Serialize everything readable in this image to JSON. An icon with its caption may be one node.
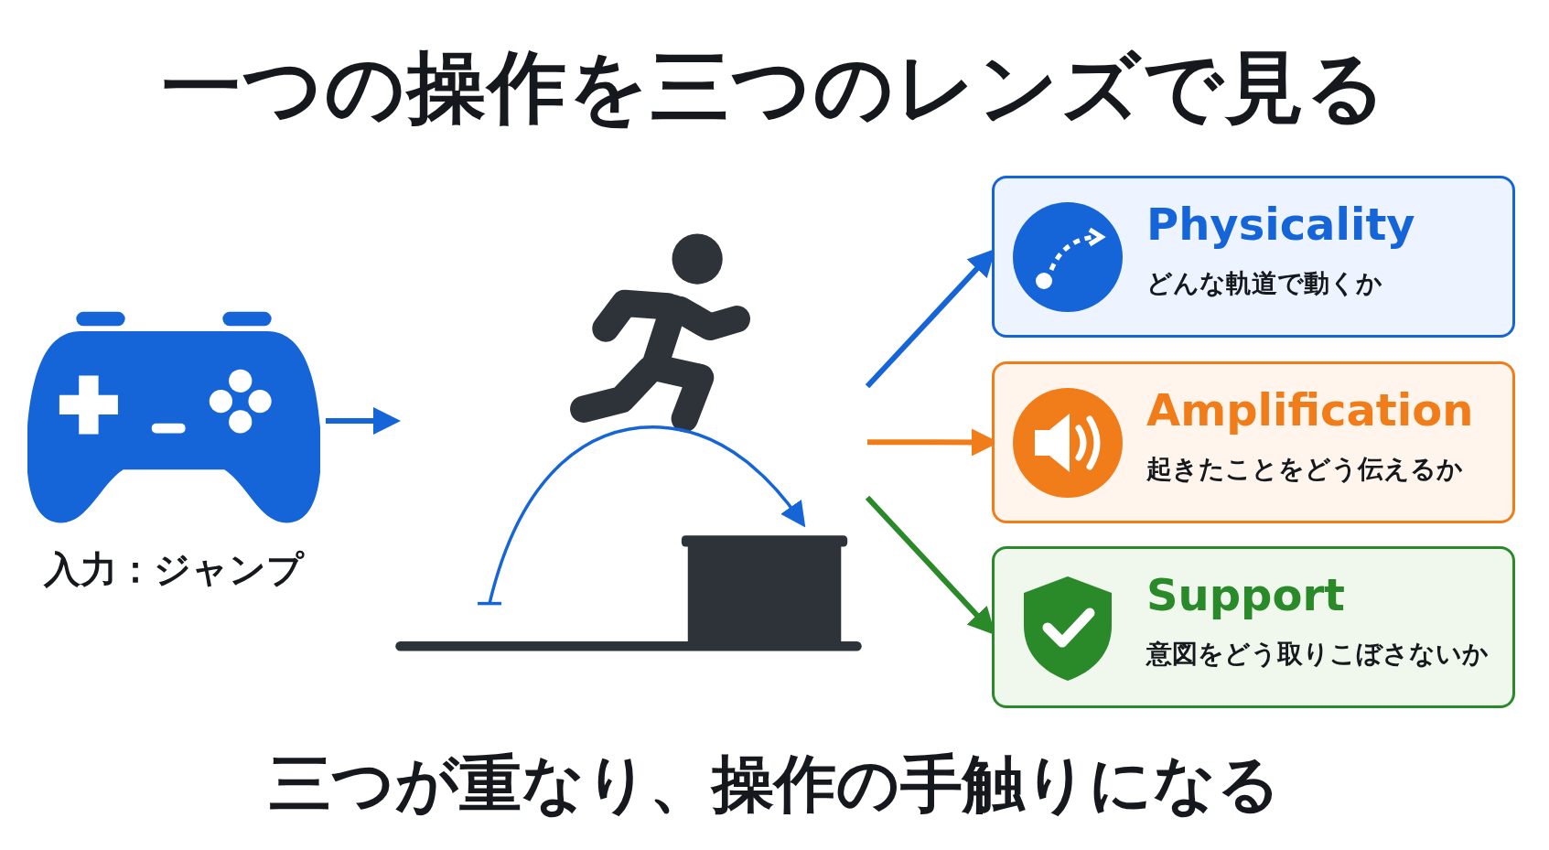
{
  "diagram": {
    "title": "一つの操作を三つのレンズで見る",
    "nodes": [
      {
        "text": [
          "入力：ジャンプ"
        ]
      },
      {
        "text": [],
        "shape": "picture"
      },
      {
        "text": [
          "Physicality",
          "どんな軌道で動くか"
        ]
      },
      {
        "text": [
          "Amplification",
          "起きたことをどう伝えるか"
        ]
      },
      {
        "text": [
          "Support",
          "意図をどう取りこぼさないか"
        ]
      }
    ],
    "edges": [
      {
        "from": 0,
        "to": 1,
        "arrow": "to"
      },
      {
        "from": 1,
        "to": 2,
        "arrow": "to"
      },
      {
        "from": 1,
        "to": 3,
        "arrow": "to",
        "color": "#f07d1a"
      },
      {
        "from": 1,
        "to": 4,
        "arrow": "to",
        "color": "#2a8a2a"
      }
    ],
    "caption": "三つが重なり、操作の手触りになる"
  }
}
